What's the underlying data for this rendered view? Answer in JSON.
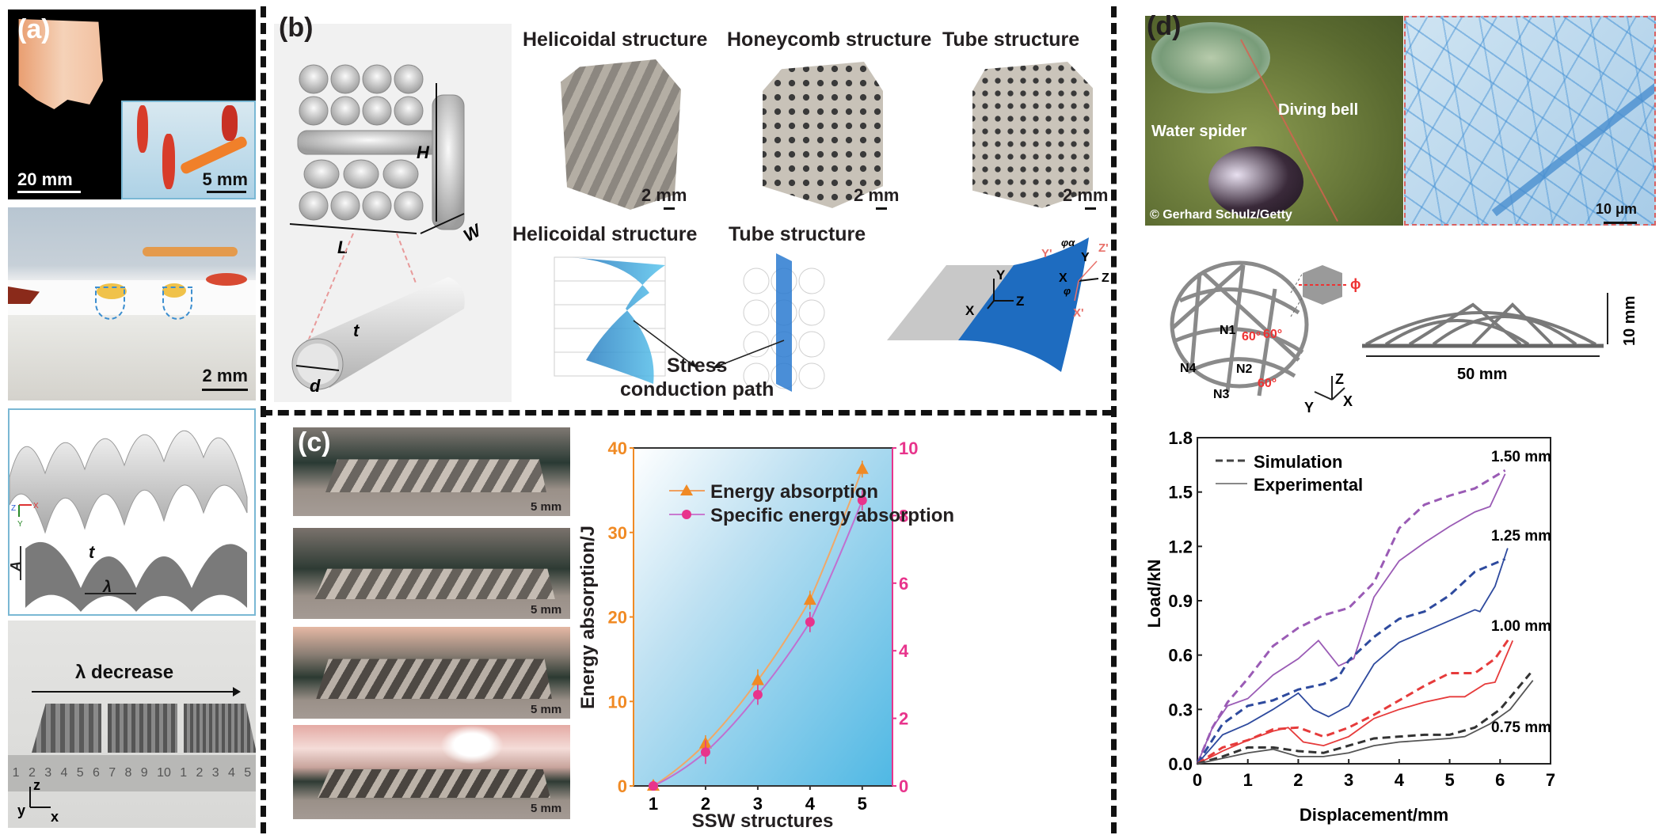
{
  "figure": {
    "panels": {
      "a": {
        "label": "(a)",
        "photo1": {
          "scale_main": "20 mm",
          "scale_inset": "5 mm"
        },
        "photo2": {
          "scale": "2 mm"
        },
        "model": {
          "axes": {
            "z": "Z",
            "x": "X",
            "y": "Y"
          },
          "dims": {
            "amplitude": "A",
            "thickness": "t",
            "wavelength": "λ"
          }
        },
        "photo3": {
          "caption": "λ decrease",
          "ruler_ticks": [
            "1",
            "2",
            "3",
            "4",
            "5",
            "6",
            "7",
            "8",
            "9",
            "10",
            "1",
            "2",
            "3",
            "4",
            "5"
          ],
          "axes": {
            "z": "z",
            "y": "y",
            "x": "x"
          }
        }
      },
      "b": {
        "label": "(b)",
        "model": {
          "dims": {
            "height": "H",
            "length": "L",
            "width": "W",
            "thickness": "t",
            "diameter": "d"
          }
        },
        "samples": [
          {
            "title": "Helicoidal structure",
            "scale": "2 mm"
          },
          {
            "title": "Honeycomb structure",
            "scale": "2 mm"
          },
          {
            "title": "Tube structure",
            "scale": "2 mm"
          }
        ],
        "paths": {
          "helicoidal_title": "Helicoidal structure",
          "tube_title": "Tube structure",
          "caption_line1": "Stress",
          "caption_line2": "conduction path"
        },
        "coord": {
          "y": "Y",
          "z": "Z",
          "x": "X",
          "y2": "Y",
          "z2": "Z",
          "x2": "X",
          "yp": "Y'",
          "zp": "Z'",
          "xp": "X'",
          "phi_alpha": "φα",
          "phi": "φ"
        }
      },
      "c": {
        "label": "(c)",
        "photos": [
          {
            "scale": "5 mm"
          },
          {
            "scale": "5 mm"
          },
          {
            "scale": "5 mm"
          },
          {
            "scale": "5 mm"
          }
        ]
      },
      "d": {
        "label": "(d)",
        "photo": {
          "bell_label": "Diving bell",
          "spider_label": "Water spider",
          "credit": "© Gerhard Schulz/Getty"
        },
        "micro": {
          "scale": "10 μm"
        },
        "dome": {
          "nodes": [
            "N1",
            "N2",
            "N3",
            "N4"
          ],
          "angles": [
            "60°",
            "60°",
            "60°"
          ],
          "phi": "ϕ",
          "axes": {
            "z": "Z",
            "y": "Y",
            "x": "X"
          },
          "height": "10 mm",
          "width": "50 mm"
        }
      }
    }
  },
  "chart_data": [
    {
      "type": "line",
      "title": "",
      "xlabel": "SSW structures",
      "ylabel": "Energy absorption/J",
      "y2label": "",
      "categories": [
        1,
        2,
        3,
        4,
        5
      ],
      "ylim": [
        0,
        40
      ],
      "y2lim": [
        0,
        10
      ],
      "yticks": [
        0,
        10,
        20,
        30,
        40
      ],
      "y2ticks": [
        0,
        2,
        4,
        6,
        8,
        10
      ],
      "legend_position": "upper-left",
      "series": [
        {
          "name": "Energy absorption",
          "axis": "left",
          "color": "#f08a24",
          "marker": "triangle",
          "values": [
            0,
            5,
            12.5,
            22,
            37.5
          ],
          "errors": [
            0.3,
            1.0,
            1.3,
            1.1,
            1.0
          ]
        },
        {
          "name": "Specific energy absorption",
          "axis": "right",
          "color": "#e8348c",
          "marker": "circle",
          "values": [
            0,
            1.0,
            2.7,
            4.85,
            8.45
          ],
          "errors": [
            0.05,
            0.35,
            0.3,
            0.3,
            0.3
          ]
        }
      ]
    },
    {
      "type": "line",
      "title": "",
      "xlabel": "Displacement/mm",
      "ylabel": "Load/kN",
      "xlim": [
        0,
        7
      ],
      "ylim": [
        0,
        1.8
      ],
      "xticks": [
        0,
        1,
        2,
        3,
        4,
        5,
        6,
        7
      ],
      "yticks": [
        "0.0",
        "0.3",
        "0.6",
        "0.9",
        "1.2",
        "1.5",
        "1.8"
      ],
      "legend": [
        {
          "name": "Simulation",
          "style": "dashed"
        },
        {
          "name": "Experimental",
          "style": "solid"
        }
      ],
      "legend_position": "upper-left",
      "annotations": [
        "1.50 mm",
        "1.25 mm",
        "1.00 mm",
        "0.75 mm"
      ],
      "series": [
        {
          "name": "1.50 mm Simulation",
          "style": "dashed",
          "color": "#9a5bb5",
          "x": [
            0,
            0.3,
            0.6,
            1.0,
            1.5,
            2.0,
            2.5,
            3.0,
            3.5,
            4.0,
            4.5,
            5.0,
            5.5,
            6.1
          ],
          "y": [
            0,
            0.2,
            0.34,
            0.47,
            0.65,
            0.75,
            0.82,
            0.86,
            1.0,
            1.3,
            1.43,
            1.48,
            1.52,
            1.62
          ]
        },
        {
          "name": "1.50 mm Experimental",
          "style": "solid",
          "color": "#9a5bb5",
          "x": [
            0,
            0.3,
            0.6,
            1.0,
            1.5,
            2.0,
            2.4,
            2.8,
            3.1,
            3.5,
            4.0,
            4.5,
            5.0,
            5.5,
            5.8,
            6.1
          ],
          "y": [
            0,
            0.2,
            0.32,
            0.36,
            0.49,
            0.58,
            0.68,
            0.54,
            0.58,
            0.92,
            1.12,
            1.22,
            1.31,
            1.39,
            1.42,
            1.6
          ]
        },
        {
          "name": "1.25 mm Simulation",
          "style": "dashed",
          "color": "#2e4a9e",
          "x": [
            0,
            0.5,
            1.0,
            1.5,
            2.0,
            2.5,
            2.8,
            3.0,
            3.5,
            4.0,
            4.5,
            5.0,
            5.5,
            6.1
          ],
          "y": [
            0,
            0.22,
            0.32,
            0.35,
            0.41,
            0.44,
            0.48,
            0.57,
            0.7,
            0.8,
            0.84,
            0.93,
            1.06,
            1.13
          ]
        },
        {
          "name": "1.25 mm Experimental",
          "style": "solid",
          "color": "#2e4a9e",
          "x": [
            0,
            0.5,
            1.0,
            1.5,
            2.0,
            2.3,
            2.6,
            3.0,
            3.5,
            4.0,
            4.5,
            5.0,
            5.5,
            5.6,
            5.9,
            6.15
          ],
          "y": [
            0,
            0.16,
            0.22,
            0.3,
            0.39,
            0.3,
            0.26,
            0.32,
            0.55,
            0.67,
            0.73,
            0.79,
            0.85,
            0.84,
            0.98,
            1.19
          ]
        },
        {
          "name": "1.00 mm Simulation",
          "style": "dashed",
          "color": "#e63b3b",
          "x": [
            0,
            0.5,
            1.0,
            1.5,
            2.0,
            2.5,
            3.0,
            3.5,
            4.0,
            4.5,
            5.0,
            5.5,
            5.9,
            6.2
          ],
          "y": [
            0,
            0.09,
            0.13,
            0.19,
            0.2,
            0.15,
            0.2,
            0.27,
            0.35,
            0.43,
            0.5,
            0.5,
            0.58,
            0.7
          ]
        },
        {
          "name": "1.00 mm Experimental",
          "style": "solid",
          "color": "#e63b3b",
          "x": [
            0,
            0.5,
            1.0,
            1.5,
            1.8,
            2.1,
            2.5,
            3.0,
            3.5,
            4.0,
            4.5,
            5.0,
            5.3,
            5.7,
            5.9,
            6.25
          ],
          "y": [
            0,
            0.07,
            0.13,
            0.18,
            0.2,
            0.12,
            0.1,
            0.15,
            0.25,
            0.3,
            0.34,
            0.37,
            0.37,
            0.44,
            0.45,
            0.68
          ]
        },
        {
          "name": "0.75 mm Simulation",
          "style": "dashed",
          "color": "#333333",
          "x": [
            0,
            0.5,
            1.0,
            1.5,
            2.0,
            2.5,
            3.0,
            3.5,
            4.0,
            4.5,
            5.0,
            5.5,
            6.0,
            6.6
          ],
          "y": [
            0,
            0.04,
            0.09,
            0.09,
            0.07,
            0.06,
            0.1,
            0.14,
            0.15,
            0.16,
            0.16,
            0.2,
            0.3,
            0.5
          ]
        },
        {
          "name": "0.75 mm Experimental",
          "style": "solid",
          "color": "#555555",
          "x": [
            0,
            0.5,
            1.0,
            1.5,
            2.0,
            2.5,
            3.0,
            3.5,
            4.0,
            4.5,
            5.0,
            5.3,
            5.8,
            6.2,
            6.65
          ],
          "y": [
            0,
            0.03,
            0.06,
            0.08,
            0.04,
            0.04,
            0.06,
            0.1,
            0.12,
            0.13,
            0.14,
            0.15,
            0.22,
            0.3,
            0.46
          ]
        }
      ]
    }
  ]
}
